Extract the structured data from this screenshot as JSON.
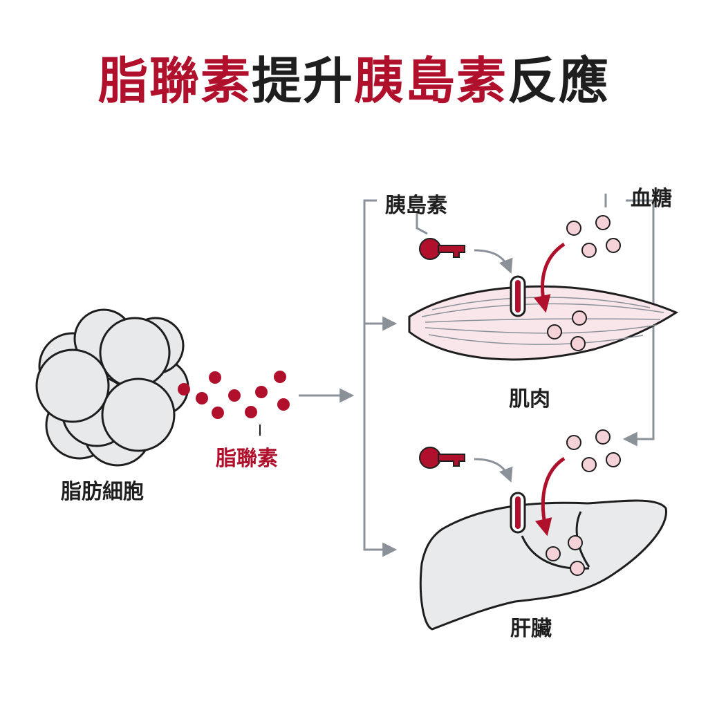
{
  "title": {
    "part1": "脂聯素",
    "part2": "提升",
    "part3": "胰島素",
    "part4": "反應"
  },
  "labels": {
    "fat_cell": "脂肪細胞",
    "adiponectin": "脂聯素",
    "insulin": "胰島素",
    "blood_sugar": "血糖",
    "muscle": "肌肉",
    "liver": "肝臟"
  },
  "colors": {
    "accent": "#b0102c",
    "text": "#1e1e1e",
    "arrow_gray": "#8a9199",
    "glucose_fill": "#f5d2d8",
    "muscle_fill": "#f8e6ea",
    "liver_fill": "#e9eaec",
    "cell_fill": "#e8e9eb"
  },
  "icons": [
    "insulin-key-icon",
    "insulin-receptor-icon",
    "glucose-molecule-icon",
    "adiponectin-molecule-icon"
  ]
}
